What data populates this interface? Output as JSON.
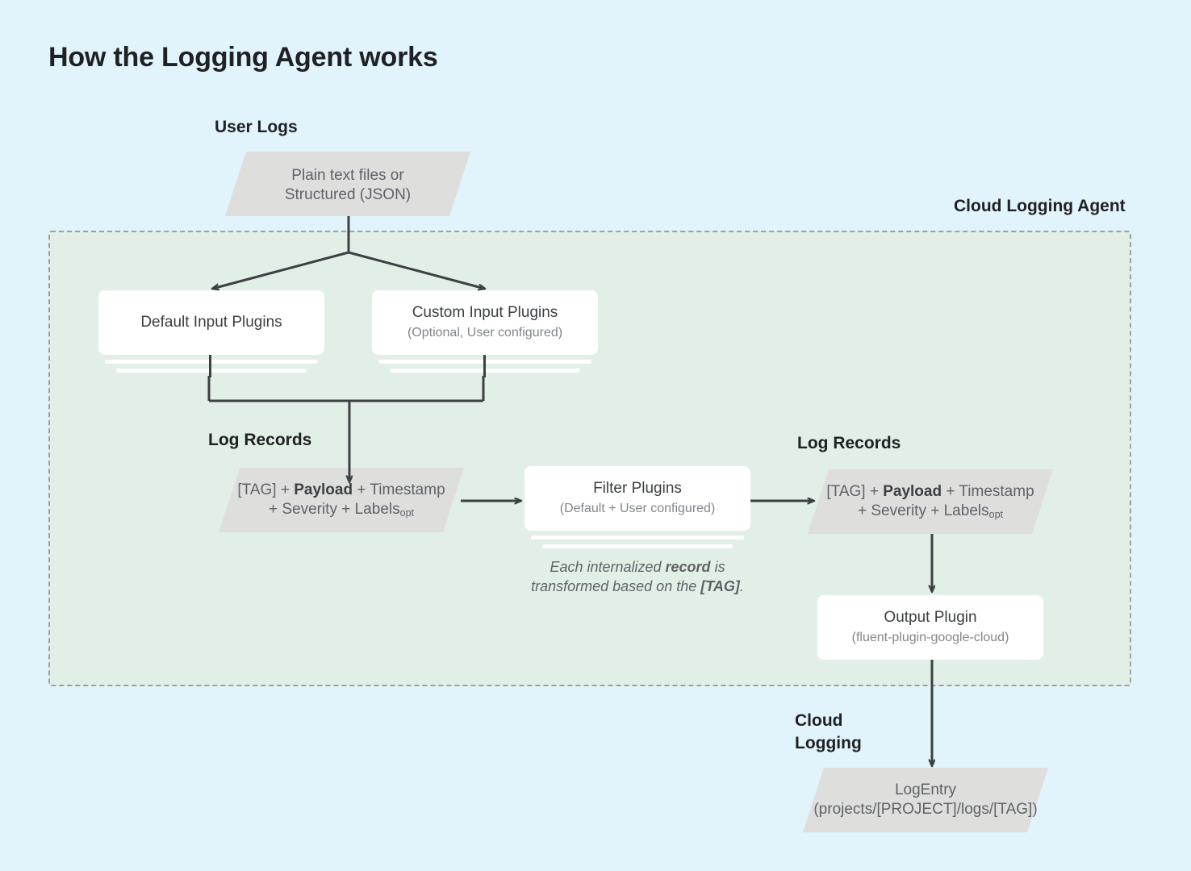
{
  "page": {
    "title": "How the Logging Agent works",
    "background_color": "#e1f3fb",
    "agent_region_color": "#e2efe7",
    "parallelogram_color": "#dededd",
    "card_color": "#ffffff",
    "line_color": "#3c4043",
    "title_color": "#202124",
    "body_text_color": "#5f6368"
  },
  "labels": {
    "user_logs": "User Logs",
    "cloud_logging_agent": "Cloud Logging Agent",
    "log_records_left": "Log Records",
    "log_records_right": "Log Records",
    "cloud_logging": "Cloud\nLogging",
    "cloud_logging_line1": "Cloud",
    "cloud_logging_line2": "Logging"
  },
  "nodes": {
    "user_logs_source": {
      "shape": "parallelogram",
      "line1": "Plain text files or",
      "line2": "Structured (JSON)"
    },
    "default_input_plugins": {
      "shape": "card-stack",
      "title": "Default Input Plugins",
      "subtitle": ""
    },
    "custom_input_plugins": {
      "shape": "card-stack",
      "title": "Custom Input Plugins",
      "subtitle": "(Optional, User configured)"
    },
    "log_record_left": {
      "shape": "parallelogram",
      "l1_a": "[TAG] + ",
      "l1_b": "Payload",
      "l1_c": " + Timestamp",
      "l2_a": "+ Severity + Labels",
      "l2_sub": "opt"
    },
    "filter_plugins": {
      "shape": "card-stack",
      "title": "Filter Plugins",
      "subtitle": "(Default + User configured)"
    },
    "log_record_right": {
      "shape": "parallelogram",
      "l1_a": "[TAG] + ",
      "l1_b": "Payload",
      "l1_c": " + Timestamp",
      "l2_a": "+ Severity + Labels",
      "l2_sub": "opt"
    },
    "output_plugin": {
      "shape": "card",
      "title": "Output Plugin",
      "subtitle": "(fluent-plugin-google-cloud)"
    },
    "log_entry": {
      "shape": "parallelogram",
      "line1": "LogEntry",
      "line2": "(projects/[PROJECT]/logs/[TAG])"
    }
  },
  "annotations": {
    "transform_caption_a": "Each internalized ",
    "transform_caption_b": "record",
    "transform_caption_c": " is",
    "transform_caption_d": "transformed based on the ",
    "transform_caption_e": "[TAG]",
    "transform_caption_f": "."
  }
}
